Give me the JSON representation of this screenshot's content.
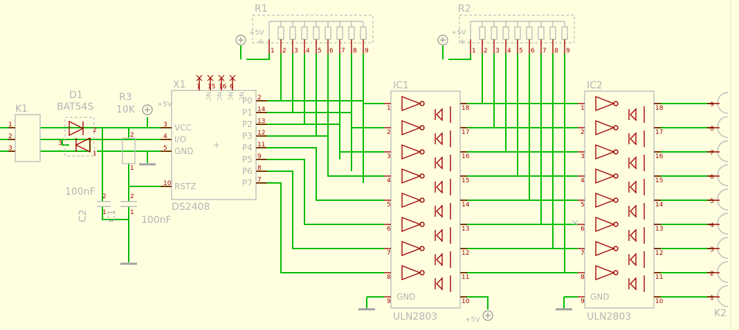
{
  "parts": {
    "k1": {
      "name": "K1",
      "pins": [
        "1",
        "2",
        "3"
      ]
    },
    "d1": {
      "name": "D1",
      "value": "BAT54S",
      "pins": [
        "1",
        "2",
        "3"
      ]
    },
    "r3": {
      "name": "R3",
      "value": "10K",
      "pins": [
        "2",
        "1"
      ]
    },
    "x1": {
      "name": "X1",
      "value": "DS2408",
      "left_pins": [
        {
          "num": "3",
          "label": "VCC"
        },
        {
          "num": "4",
          "label": "I/O"
        },
        {
          "num": "5",
          "label": "GND"
        },
        {
          "num": "10",
          "label": "RSTZ"
        }
      ],
      "right_pins": [
        {
          "num": "2",
          "label": "P0"
        },
        {
          "num": "14",
          "label": "P1"
        },
        {
          "num": "13",
          "label": "P2"
        },
        {
          "num": "12",
          "label": "P3"
        },
        {
          "num": "11",
          "label": "P4"
        },
        {
          "num": "9",
          "label": "P5"
        },
        {
          "num": "8",
          "label": "P6"
        },
        {
          "num": "7",
          "label": "P7"
        }
      ],
      "nc_pins": [
        {
          "num": "1",
          "label": "NC"
        },
        {
          "num": "15",
          "label": "NC"
        },
        {
          "num": "16",
          "label": "NC"
        },
        {
          "num": "6",
          "label": "NC"
        }
      ]
    },
    "r1": {
      "name": "R1",
      "pins": [
        "1",
        "2",
        "3",
        "4",
        "5",
        "6",
        "7",
        "8",
        "9"
      ]
    },
    "r2": {
      "name": "R2",
      "pins": [
        "1",
        "2",
        "3",
        "4",
        "5",
        "6",
        "7",
        "8",
        "9"
      ]
    },
    "ic1": {
      "name": "IC1",
      "value": "ULN2803",
      "in_pins": [
        "1",
        "2",
        "3",
        "4",
        "5",
        "6",
        "7",
        "8"
      ],
      "out_pins": [
        "18",
        "17",
        "16",
        "15",
        "14",
        "13",
        "12",
        "11"
      ],
      "gnd_pin": "9",
      "gnd_label": "GND",
      "com_pin": "10"
    },
    "ic2": {
      "name": "IC2",
      "value": "ULN2803",
      "in_pins": [
        "1",
        "2",
        "3",
        "4",
        "5",
        "6",
        "7",
        "8"
      ],
      "out_pins": [
        "18",
        "17",
        "16",
        "15",
        "14",
        "13",
        "12",
        "11"
      ],
      "gnd_pin": "9",
      "gnd_label": "GND",
      "com_pin": "10"
    },
    "c1": {
      "name": "C1",
      "value": "100nF",
      "pins": [
        "2",
        "1"
      ]
    },
    "c2": {
      "name": "C2",
      "value": "100nF",
      "pins": [
        "2",
        "1"
      ]
    },
    "k2": {
      "name": "K2",
      "pins": [
        "9",
        "8",
        "7",
        "6",
        "5",
        "4",
        "3",
        "2",
        "1"
      ]
    }
  },
  "power": {
    "vcc_label": "+5V"
  }
}
